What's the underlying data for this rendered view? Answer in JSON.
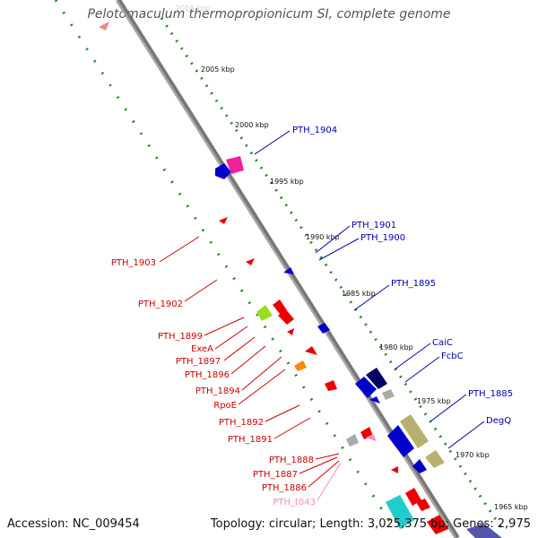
{
  "title": "Pelotomaculum thermopropionicum SI, complete genome",
  "footer": {
    "accession": "Accession: NC_009454",
    "topology": "Topology: circular; Length: 3,025,375 bp; Genes: 2,975"
  },
  "ticks": [
    {
      "label": "2010 kbp"
    },
    {
      "label": "2005 kbp"
    },
    {
      "label": "2000 kbp"
    },
    {
      "label": "1995 kbp"
    },
    {
      "label": "1990 kbp"
    },
    {
      "label": "1985 kbp"
    },
    {
      "label": "1980 kbp"
    },
    {
      "label": "1975 kbp"
    },
    {
      "label": "1970 kbp"
    },
    {
      "label": "1965 kbp"
    }
  ],
  "labels_right": [
    {
      "text": "PTH_1904",
      "color": "#0000aa"
    },
    {
      "text": "PTH_1901",
      "color": "#0000aa"
    },
    {
      "text": "PTH_1900",
      "color": "#0000aa"
    },
    {
      "text": "PTH_1895",
      "color": "#0000aa"
    },
    {
      "text": "CaiC",
      "color": "#0000aa"
    },
    {
      "text": "FcbC",
      "color": "#0000aa"
    },
    {
      "text": "PTH_1885",
      "color": "#0000aa"
    },
    {
      "text": "DegQ",
      "color": "#0000aa"
    }
  ],
  "labels_left": [
    {
      "text": "PTH_1903",
      "color": "#cc0000"
    },
    {
      "text": "PTH_1902",
      "color": "#cc0000"
    },
    {
      "text": "PTH_1899",
      "color": "#cc0000"
    },
    {
      "text": "ExeA",
      "color": "#cc0000"
    },
    {
      "text": "PTH_1897",
      "color": "#cc0000"
    },
    {
      "text": "PTH_1896",
      "color": "#cc0000"
    },
    {
      "text": "PTH_1894",
      "color": "#cc0000"
    },
    {
      "text": "RpoE",
      "color": "#cc0000"
    },
    {
      "text": "PTH_1892",
      "color": "#cc0000"
    },
    {
      "text": "PTH_1891",
      "color": "#cc0000"
    },
    {
      "text": "PTH_1888",
      "color": "#cc0000"
    },
    {
      "text": "PTH_1887",
      "color": "#cc0000"
    },
    {
      "text": "PTH_1886",
      "color": "#cc0000"
    },
    {
      "text": "PTH_t043",
      "color": "#ff88bb"
    }
  ]
}
